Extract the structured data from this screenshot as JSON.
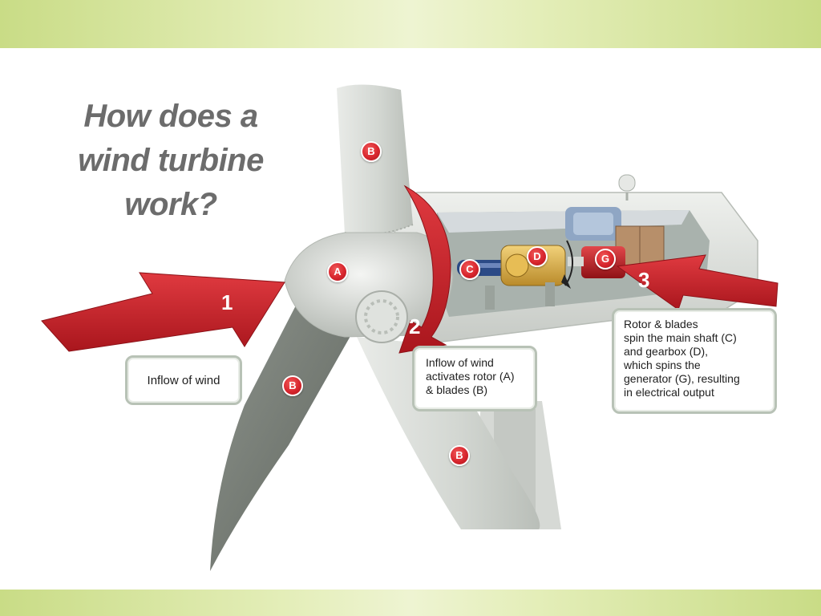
{
  "title": {
    "line1": "How does a",
    "line2": "wind turbine",
    "line3": "work?"
  },
  "steps": [
    {
      "number": "1",
      "text": "Inflow of wind"
    },
    {
      "number": "2",
      "line1": "Inflow of wind",
      "line2": "activates rotor (A)",
      "line3": "& blades (B)"
    },
    {
      "number": "3",
      "line1": "Rotor & blades",
      "line2": "spin the main shaft (C)",
      "line3": "and gearbox (D),",
      "line4": "which spins the",
      "line5": "generator (G), resulting",
      "line6": "in electrical output"
    }
  ],
  "labels": {
    "rotor": "A",
    "blade_top": "B",
    "blade_left": "B",
    "blade_bottom": "B",
    "shaft": "C",
    "gearbox": "D",
    "generator": "G"
  },
  "colors": {
    "arrow_red": "#c8242b",
    "marker_red": "#d8262e",
    "turbine_grey": "#d9dcd8",
    "title_grey": "#6c6c6c",
    "band_green": "#c9dc86"
  }
}
